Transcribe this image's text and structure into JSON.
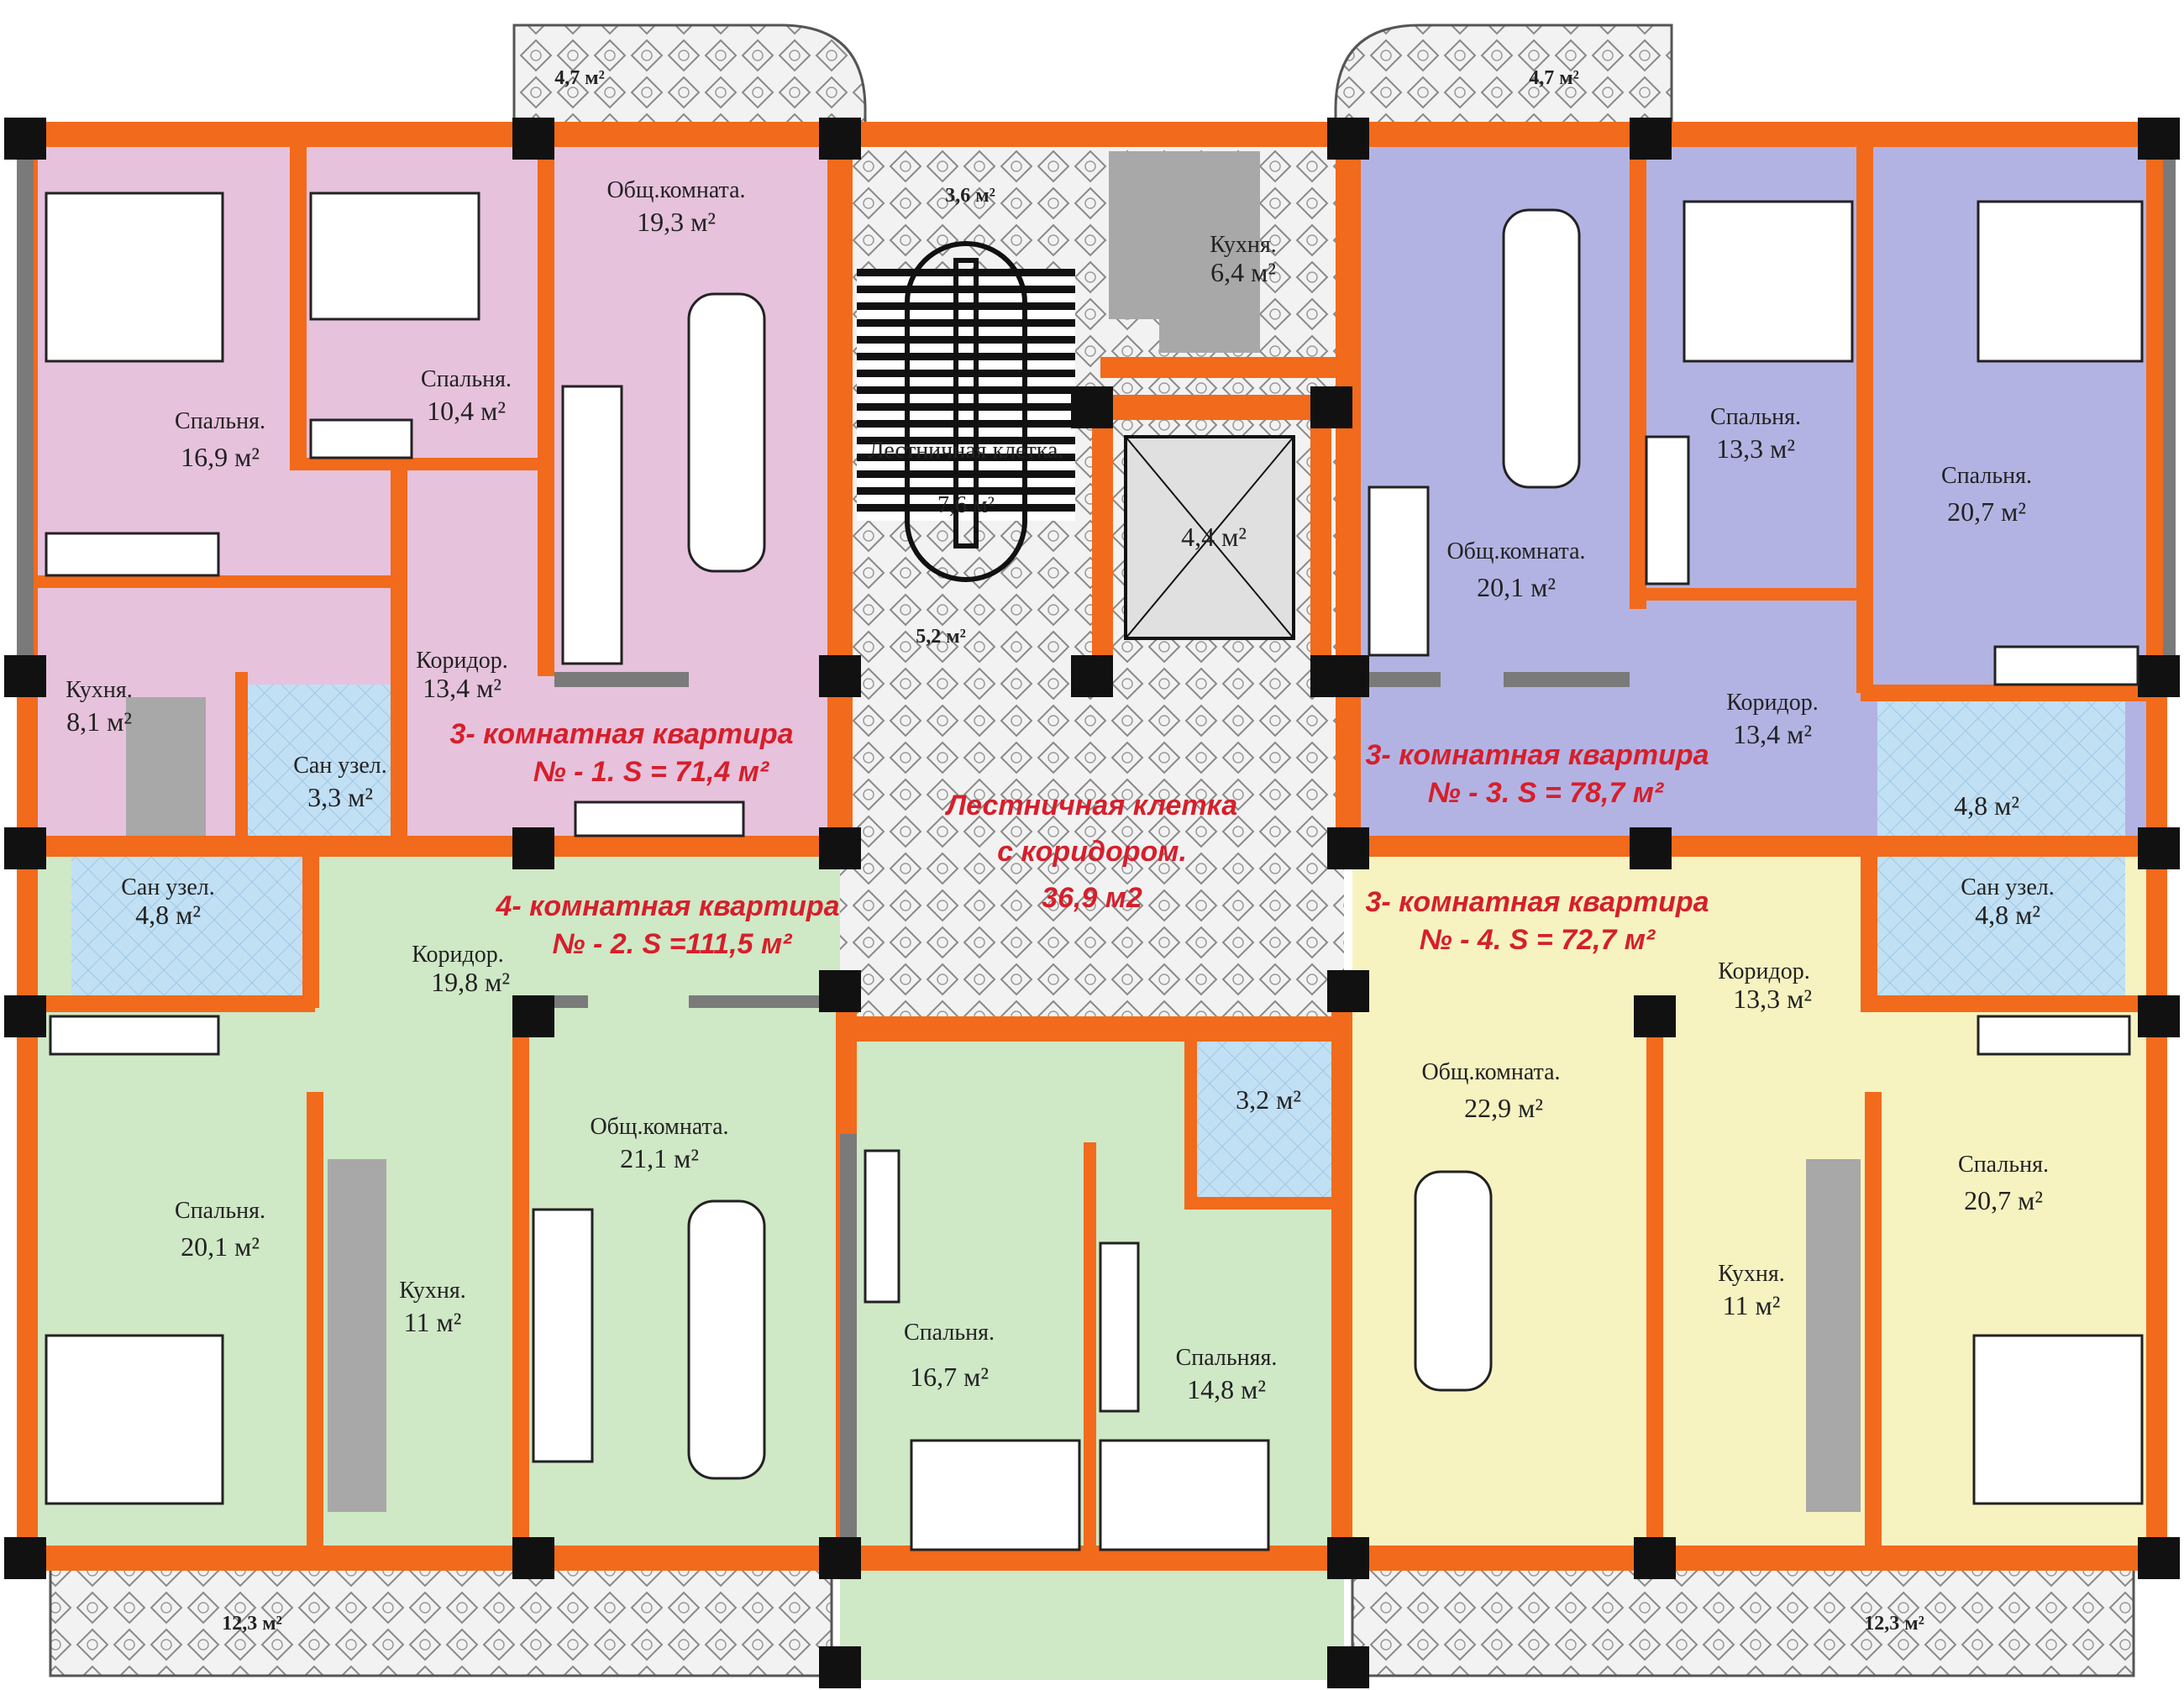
{
  "colors": {
    "wall": "#f26a1b",
    "column": "#111111",
    "apt1": "#e6c2dc",
    "apt2": "#cfe8c6",
    "apt3": "#b3b3e3",
    "apt4": "#f6f3c1",
    "bath": "#c2e0f4",
    "tile": "#eeeeee",
    "label_red": "#d61f2b"
  },
  "apartments": [
    {
      "id": "apt1",
      "title": "3- комнатная квартира",
      "subtitle": "№ - 1. S = 71,4 м²"
    },
    {
      "id": "apt2",
      "title": "4- комнатная квартира",
      "subtitle": "№ - 2. S =111,5 м²"
    },
    {
      "id": "apt3",
      "title": "3- комнатная квартира",
      "subtitle": "№ - 3. S = 78,7 м²"
    },
    {
      "id": "apt4",
      "title": "3- комнатная квартира",
      "subtitle": "№ - 4. S = 72,7 м²"
    }
  ],
  "common": {
    "title": "Лестничная клетка",
    "subtitle": "с коридором.",
    "area": "36,9 м2"
  },
  "rooms": [
    {
      "name": "Спальня.",
      "area": "16,9 м²"
    },
    {
      "name": "Спальня.",
      "area": "10,4 м²"
    },
    {
      "name": "Общ.комната.",
      "area": "19,3 м²"
    },
    {
      "name": "Кухня.",
      "area": "8,1 м²"
    },
    {
      "name": "Сан узел.",
      "area": "3,3 м²"
    },
    {
      "name": "Коридор.",
      "area": "13,4 м²"
    },
    {
      "name": "Кухня.",
      "area": "6,4 м²"
    },
    {
      "name": "Общ.комната.",
      "area": "20,1 м²"
    },
    {
      "name": "Спальня.",
      "area": "13,3 м²"
    },
    {
      "name": "Спальня.",
      "area": "20,7 м²"
    },
    {
      "name": "Коридор.",
      "area": "13,4 м²"
    },
    {
      "name": "",
      "area": "4,8 м²"
    },
    {
      "name": "Сан узел.",
      "area": "4,8 м²"
    },
    {
      "name": "Коридор.",
      "area": "19,8 м²"
    },
    {
      "name": "Спальня.",
      "area": "20,1 м²"
    },
    {
      "name": "Кухня.",
      "area": "11 м²"
    },
    {
      "name": "Общ.комната.",
      "area": "21,1 м²"
    },
    {
      "name": "Спальня.",
      "area": "16,7 м²"
    },
    {
      "name": "Спальняя.",
      "area": "14,8 м²"
    },
    {
      "name": "",
      "area": "3,2 м²"
    },
    {
      "name": "Общ.комната.",
      "area": "22,9 м²"
    },
    {
      "name": "Сан узел.",
      "area": "4,8 м²"
    },
    {
      "name": "Коридор.",
      "area": "13,3 м²"
    },
    {
      "name": "Кухня.",
      "area": "11 м²"
    },
    {
      "name": "Спальня.",
      "area": "20,7 м²"
    },
    {
      "name": "",
      "area": "4,4 м²"
    },
    {
      "name": "Лестничная клетка.",
      "area": "7,6 м²"
    }
  ],
  "small_areas": [
    "4,7 м²",
    "4,7 м²",
    "3,6 м²",
    "5,2 м²",
    "12,3 м²",
    "12,3 м²"
  ]
}
